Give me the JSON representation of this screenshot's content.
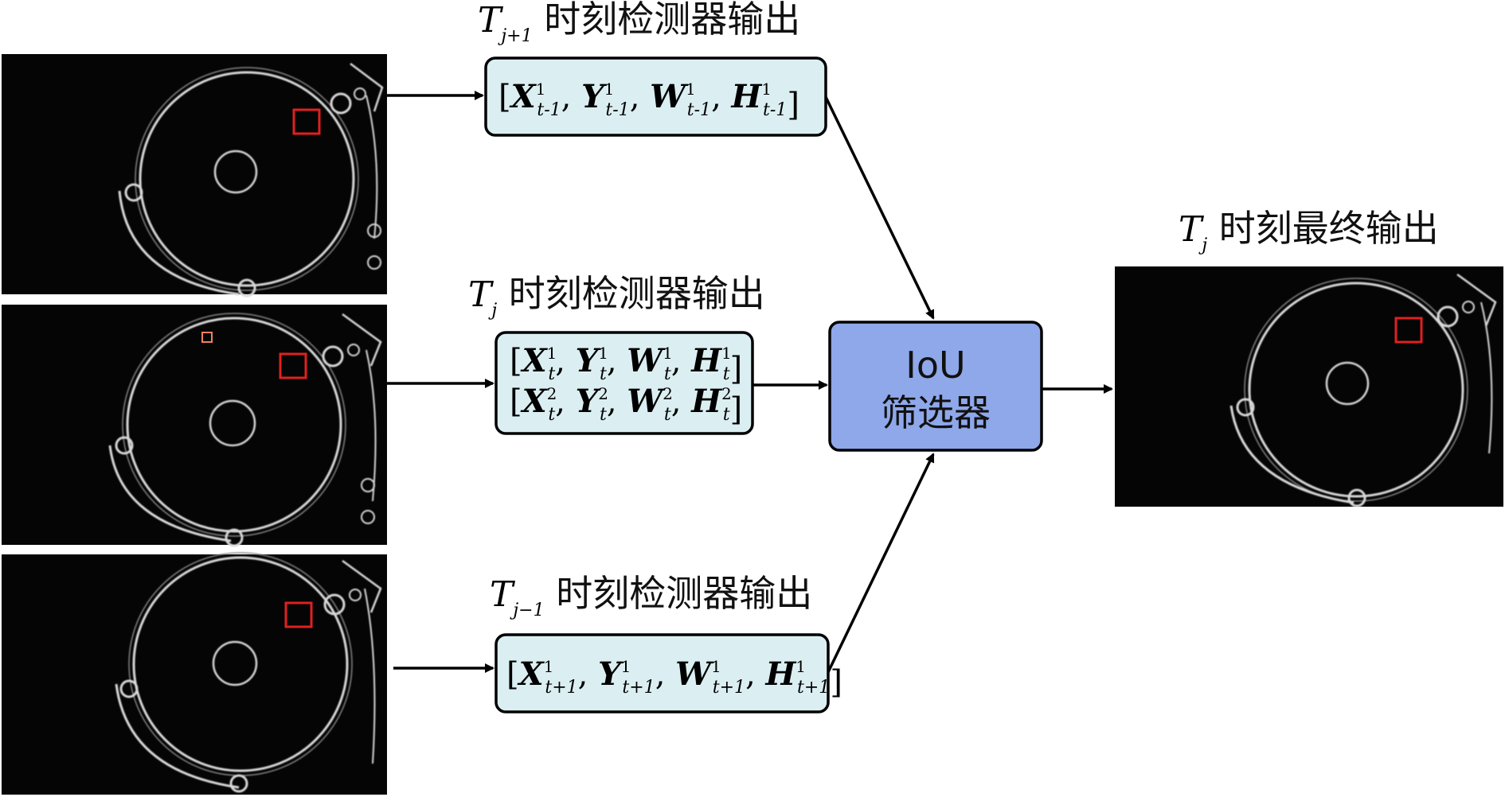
{
  "frames": {
    "top_label": {
      "var": "T",
      "sub": "j+1",
      "text": " 时刻检测器输出"
    },
    "mid_label": {
      "var": "T",
      "sub": "j",
      "text": " 时刻检测器输出"
    },
    "bot_label": {
      "var": "T",
      "sub": "j−1",
      "text": " 时刻检测器输出"
    },
    "out_label": {
      "var": "T",
      "sub": "j",
      "text": " 时刻最终输出"
    }
  },
  "boxes": {
    "top": {
      "row": [
        {
          "v": "X",
          "sup": "1",
          "sub": "t-1"
        },
        {
          "v": "Y",
          "sup": "1",
          "sub": "t-1"
        },
        {
          "v": "W",
          "sup": "1",
          "sub": "t-1"
        },
        {
          "v": "H",
          "sup": "1",
          "sub": "t-1"
        }
      ]
    },
    "mid": {
      "row1": [
        {
          "v": "X",
          "sup": "1",
          "sub": "t"
        },
        {
          "v": "Y",
          "sup": "1",
          "sub": "t"
        },
        {
          "v": "W",
          "sup": "1",
          "sub": "t"
        },
        {
          "v": "H",
          "sup": "1",
          "sub": "t"
        }
      ],
      "row2": [
        {
          "v": "X",
          "sup": "2",
          "sub": "t"
        },
        {
          "v": "Y",
          "sup": "2",
          "sub": "t"
        },
        {
          "v": "W",
          "sup": "2",
          "sub": "t"
        },
        {
          "v": "H",
          "sup": "2",
          "sub": "t"
        }
      ]
    },
    "bot": {
      "row": [
        {
          "v": "X",
          "sup": "1",
          "sub": "t+1"
        },
        {
          "v": "Y",
          "sup": "1",
          "sub": "t+1"
        },
        {
          "v": "W",
          "sup": "1",
          "sub": "t+1"
        },
        {
          "v": "H",
          "sup": "1",
          "sub": "t+1"
        }
      ]
    },
    "iou": {
      "line1": "IoU",
      "line2": "筛选器"
    }
  },
  "colors": {
    "tuple_box_fill": "#dbeff2",
    "iou_box_fill": "#8fa8ea",
    "detection_box": "#e02020",
    "small_box": "#f08060",
    "image_bg": "#050505"
  }
}
